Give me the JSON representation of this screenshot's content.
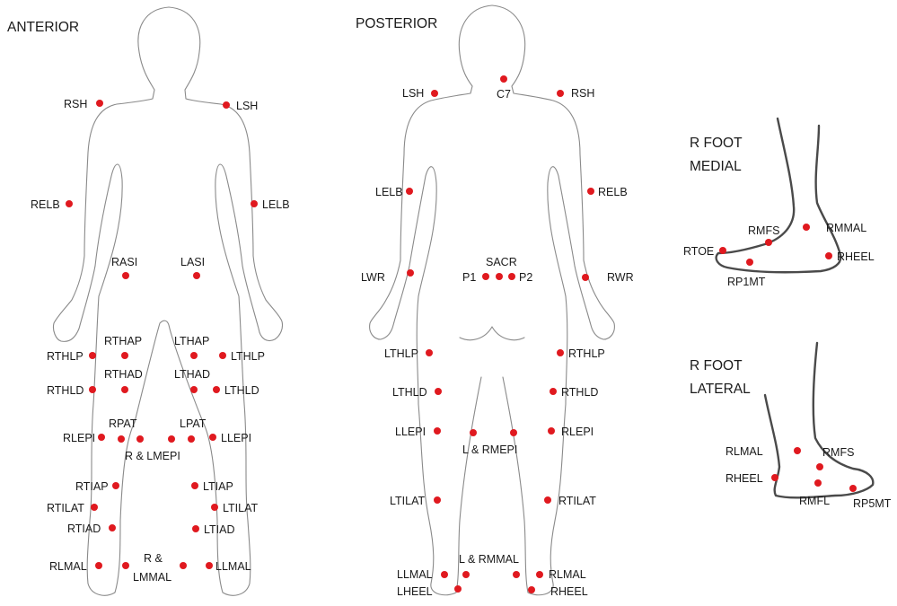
{
  "views": {
    "anterior_title": "ANTERIOR",
    "posterior_title": "POSTERIOR",
    "foot_medial_title_1": "R FOOT",
    "foot_medial_title_2": "MEDIAL",
    "foot_lateral_title_1": "R FOOT",
    "foot_lateral_title_2": "LATERAL"
  },
  "anterior_markers": [
    {
      "id": "a-rsh",
      "label": "RSH"
    },
    {
      "id": "a-lsh",
      "label": "LSH"
    },
    {
      "id": "a-relb",
      "label": "RELB"
    },
    {
      "id": "a-lelb",
      "label": "LELB"
    },
    {
      "id": "a-rasi",
      "label": "RASI"
    },
    {
      "id": "a-lasi",
      "label": "LASI"
    },
    {
      "id": "a-rthap",
      "label": "RTHAP"
    },
    {
      "id": "a-lthap",
      "label": "LTHAP"
    },
    {
      "id": "a-rthlp",
      "label": "RTHLP"
    },
    {
      "id": "a-lthlp",
      "label": "LTHLP"
    },
    {
      "id": "a-rthad",
      "label": "RTHAD"
    },
    {
      "id": "a-lthad",
      "label": "LTHAD"
    },
    {
      "id": "a-rthld",
      "label": "RTHLD"
    },
    {
      "id": "a-lthld",
      "label": "LTHLD"
    },
    {
      "id": "a-rpat",
      "label": "RPAT"
    },
    {
      "id": "a-lpat",
      "label": "LPAT"
    },
    {
      "id": "a-rlepi",
      "label": "RLEPI"
    },
    {
      "id": "a-llepi",
      "label": "LLEPI"
    },
    {
      "id": "a-rlmepi",
      "label": "R & LMEPI"
    },
    {
      "id": "a-rtiap",
      "label": "RTIAP"
    },
    {
      "id": "a-ltiap",
      "label": "LTIAP"
    },
    {
      "id": "a-rtilat",
      "label": "RTILAT"
    },
    {
      "id": "a-ltilat",
      "label": "LTILAT"
    },
    {
      "id": "a-rtiad",
      "label": "RTIAD"
    },
    {
      "id": "a-ltiad",
      "label": "LTIAD"
    },
    {
      "id": "a-rlmal",
      "label": "RLMAL"
    },
    {
      "id": "a-llmal",
      "label": "LLMAL"
    },
    {
      "id": "a-rlmmal-1",
      "label": "R &"
    },
    {
      "id": "a-rlmmal-2",
      "label": "LMMAL"
    }
  ],
  "posterior_markers": [
    {
      "id": "p-lsh",
      "label": "LSH"
    },
    {
      "id": "p-c7",
      "label": "C7"
    },
    {
      "id": "p-rsh",
      "label": "RSH"
    },
    {
      "id": "p-lelb",
      "label": "LELB"
    },
    {
      "id": "p-relb",
      "label": "RELB"
    },
    {
      "id": "p-sacr",
      "label": "SACR"
    },
    {
      "id": "p-p1",
      "label": "P1"
    },
    {
      "id": "p-p2",
      "label": "P2"
    },
    {
      "id": "p-lwr",
      "label": "LWR"
    },
    {
      "id": "p-rwr",
      "label": "RWR"
    },
    {
      "id": "p-lthlp",
      "label": "LTHLP"
    },
    {
      "id": "p-rthlp",
      "label": "RTHLP"
    },
    {
      "id": "p-lthld",
      "label": "LTHLD"
    },
    {
      "id": "p-rthld",
      "label": "RTHLD"
    },
    {
      "id": "p-llepi",
      "label": "LLEPI"
    },
    {
      "id": "p-rlepi",
      "label": "RLEPI"
    },
    {
      "id": "p-lrmepi",
      "label": "L & RMEPI"
    },
    {
      "id": "p-ltilat",
      "label": "LTILAT"
    },
    {
      "id": "p-rtilat",
      "label": "RTILAT"
    },
    {
      "id": "p-lrmmal",
      "label": "L & RMMAL"
    },
    {
      "id": "p-llmal",
      "label": "LLMAL"
    },
    {
      "id": "p-rlmal",
      "label": "RLMAL"
    },
    {
      "id": "p-lheel",
      "label": "LHEEL"
    },
    {
      "id": "p-rheel",
      "label": "RHEEL"
    }
  ],
  "foot_medial_markers": [
    {
      "id": "fm-rmfs",
      "label": "RMFS"
    },
    {
      "id": "fm-rmmal",
      "label": "RMMAL"
    },
    {
      "id": "fm-rtoe",
      "label": "RTOE"
    },
    {
      "id": "fm-rheel",
      "label": "RHEEL"
    },
    {
      "id": "fm-rp1mt",
      "label": "RP1MT"
    }
  ],
  "foot_lateral_markers": [
    {
      "id": "fl-rlmal",
      "label": "RLMAL"
    },
    {
      "id": "fl-rmfs",
      "label": "RMFS"
    },
    {
      "id": "fl-rheel",
      "label": "RHEEL"
    },
    {
      "id": "fl-rmfl",
      "label": "RMFL"
    },
    {
      "id": "fl-rp5mt",
      "label": "RP5MT"
    }
  ],
  "colors": {
    "marker": "#e0191f",
    "outline": "#8a8a8a",
    "foot_outline": "#4a4a4a",
    "text": "#1a1a1a",
    "background": "#ffffff"
  }
}
